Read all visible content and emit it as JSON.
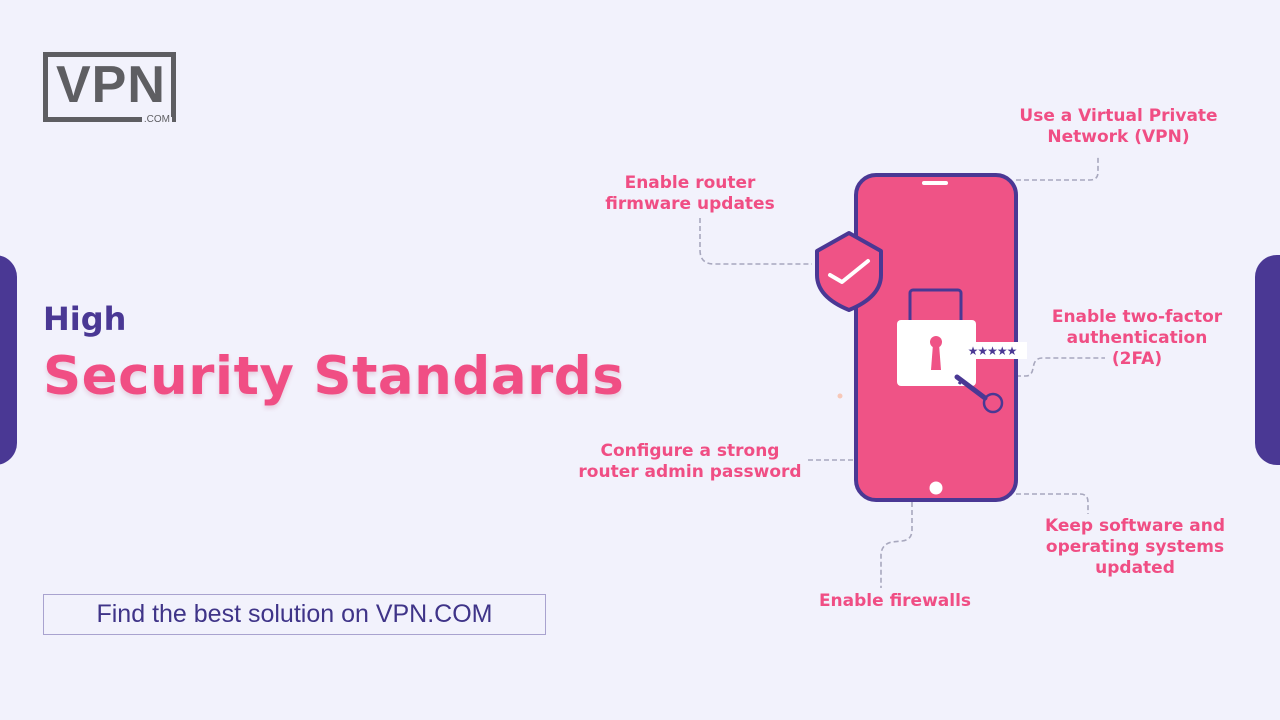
{
  "brand": {
    "logo_text": "VPN",
    "logo_suffix": ".COM"
  },
  "heading": {
    "subtitle": "High",
    "title": "Security Standards"
  },
  "cta": {
    "label": "Find the best solution on VPN.COM"
  },
  "tips": [
    {
      "id": "vpn",
      "line1": "Use a Virtual Private",
      "line2": "Network (VPN)"
    },
    {
      "id": "firmware",
      "line1": "Enable router",
      "line2": "firmware updates"
    },
    {
      "id": "2fa",
      "line1": "Enable two-factor",
      "line2": "authentication",
      "line3": "(2FA)"
    },
    {
      "id": "password",
      "line1": "Configure a strong",
      "line2": "router admin password"
    },
    {
      "id": "software",
      "line1": "Keep software and",
      "line2": "operating systems",
      "line3": "updated"
    },
    {
      "id": "firewalls",
      "line1": "Enable firewalls"
    }
  ],
  "illustration": {
    "password_mask": "★★★★★"
  },
  "colors": {
    "background": "#f2f2fc",
    "accent_pink": "#f04e84",
    "accent_purple": "#4a3894",
    "logo_gray": "#5e5e62",
    "connector_gray": "#a8a8be"
  }
}
